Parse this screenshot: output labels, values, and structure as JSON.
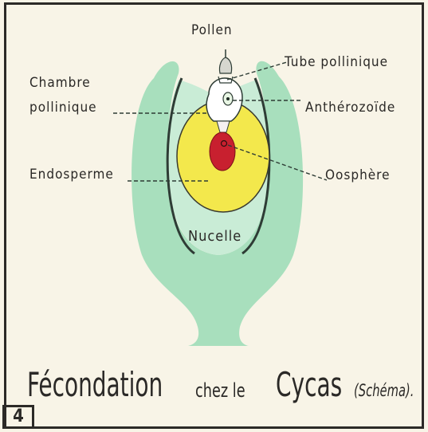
{
  "labels": {
    "pollen": "Pollen",
    "tube": "Tube pollinique",
    "chambre_l1": "Chambre",
    "chambre_l2": "pollinique",
    "antherozoide": "Anthérozoïde",
    "endosperme": "Endosperme",
    "oosphere": "Oosphère",
    "nucelle": "Nucelle"
  },
  "title": {
    "part1": "Fécondation",
    "part2": "chez le",
    "part3": "Cycas",
    "part4": "(Schéma)."
  },
  "plate_number": "4",
  "colors": {
    "integument": "#a6dfbc",
    "nucelle": "#c7ecd3",
    "endosperm": "#f4e94a",
    "oosphere": "#c71f31",
    "outline": "#2d3a34"
  }
}
